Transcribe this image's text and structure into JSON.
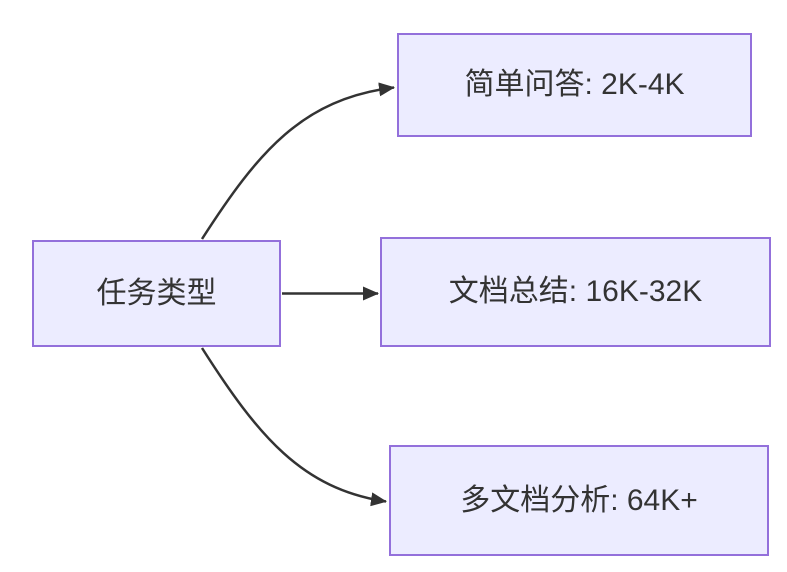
{
  "diagram": {
    "type": "flowchart-left-to-right",
    "colors": {
      "background": "#ffffff",
      "node_fill": "#ECECFF",
      "node_border": "#9370DB",
      "edge_stroke": "#333333",
      "text": "#333333"
    },
    "root": {
      "label": "任务类型"
    },
    "branches": [
      {
        "label": "简单问答: 2K-4K"
      },
      {
        "label": "文档总结: 16K-32K"
      },
      {
        "label": "多文档分析: 64K+"
      }
    ],
    "edges": [
      {
        "from": "任务类型",
        "to": "简单问答: 2K-4K"
      },
      {
        "from": "任务类型",
        "to": "文档总结: 16K-32K"
      },
      {
        "from": "任务类型",
        "to": "多文档分析: 64K+"
      }
    ]
  }
}
